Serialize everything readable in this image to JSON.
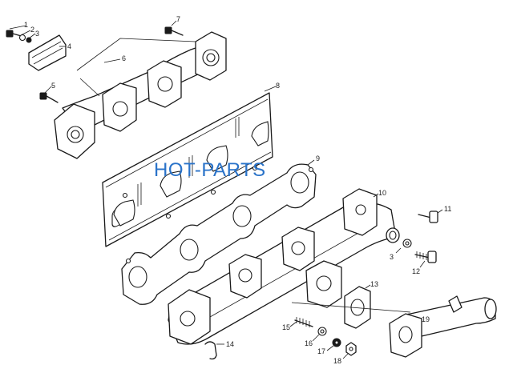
{
  "watermark": "HOT-PARTS",
  "colors": {
    "line": "#1a1a1a",
    "watermark": "#2a73c9",
    "background": "#ffffff"
  },
  "callouts": [
    {
      "id": "c1",
      "label": "1"
    },
    {
      "id": "c2",
      "label": "2"
    },
    {
      "id": "c3a",
      "label": "3"
    },
    {
      "id": "c4",
      "label": "4"
    },
    {
      "id": "c5",
      "label": "5"
    },
    {
      "id": "c6",
      "label": "6"
    },
    {
      "id": "c7",
      "label": "7"
    },
    {
      "id": "c8",
      "label": "8"
    },
    {
      "id": "c9",
      "label": "9"
    },
    {
      "id": "c10",
      "label": "10"
    },
    {
      "id": "c11",
      "label": "11"
    },
    {
      "id": "c3b",
      "label": "3"
    },
    {
      "id": "c12",
      "label": "12"
    },
    {
      "id": "c13",
      "label": "13"
    },
    {
      "id": "c14",
      "label": "14"
    },
    {
      "id": "c15",
      "label": "15"
    },
    {
      "id": "c16",
      "label": "16"
    },
    {
      "id": "c17",
      "label": "17"
    },
    {
      "id": "c18",
      "label": "18"
    },
    {
      "id": "c19",
      "label": "19"
    }
  ]
}
